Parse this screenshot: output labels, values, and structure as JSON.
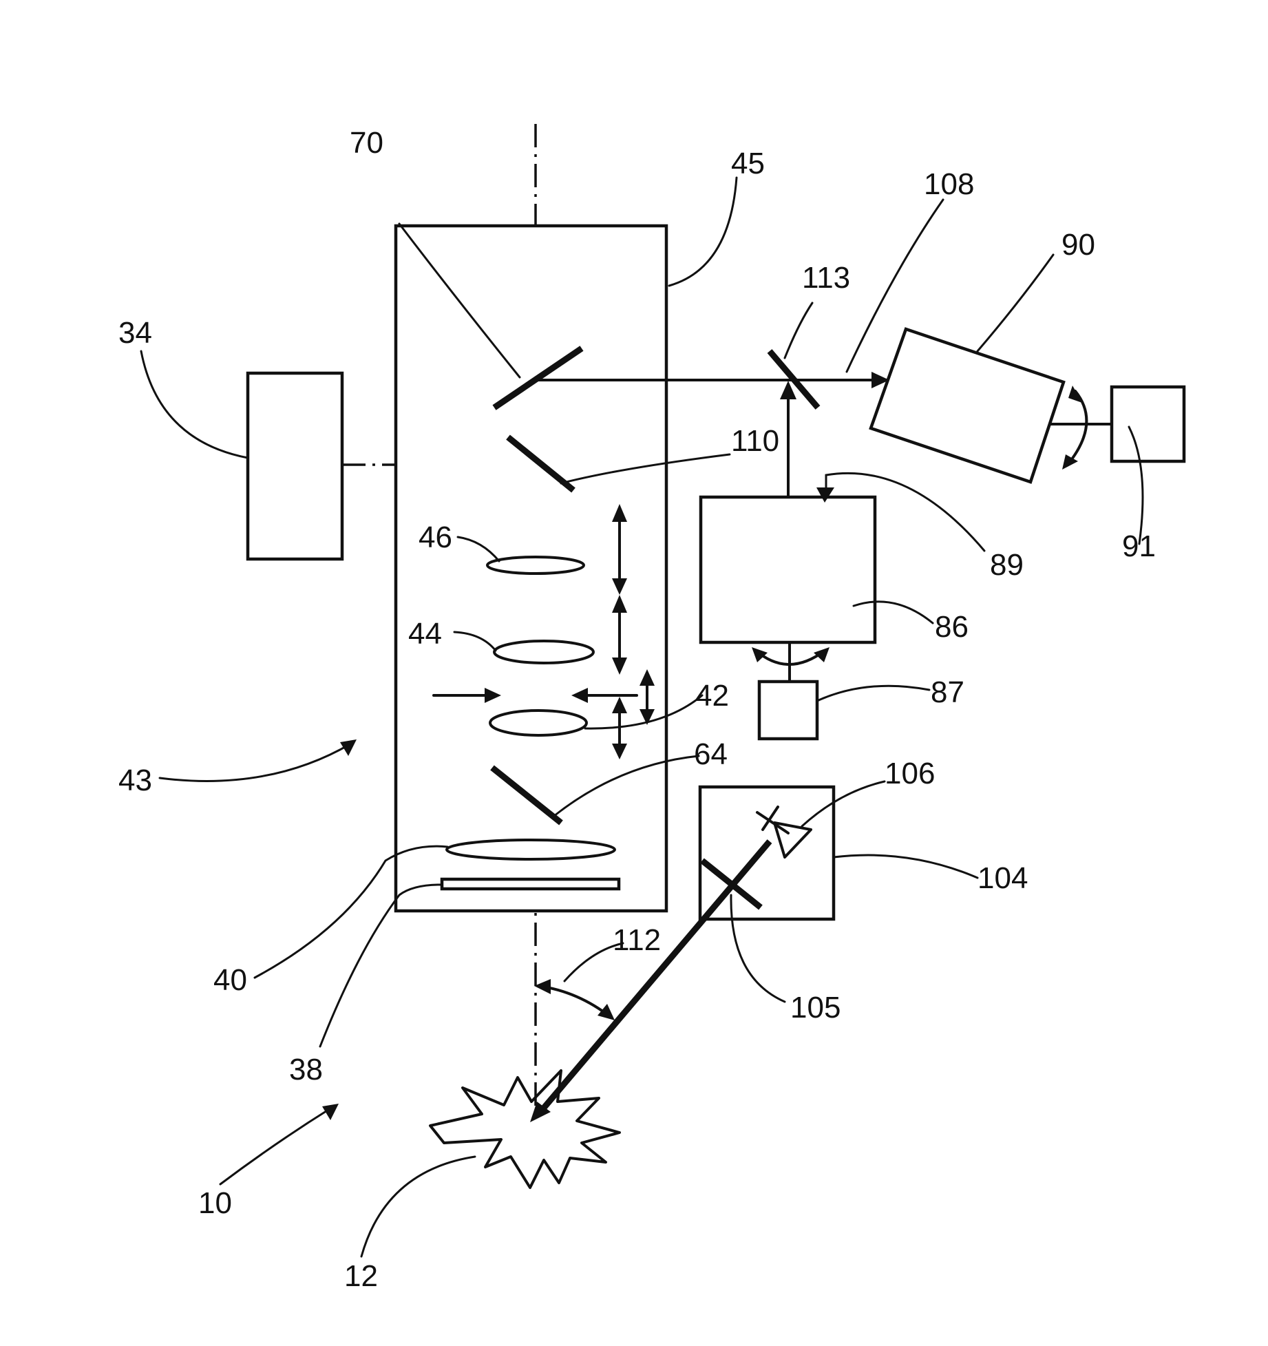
{
  "labels": {
    "l70": "70",
    "l45": "45",
    "l108": "108",
    "l90": "90",
    "l113": "113",
    "l34": "34",
    "l110": "110",
    "l46": "46",
    "l89": "89",
    "l91": "91",
    "l44": "44",
    "l86": "86",
    "l42": "42",
    "l87": "87",
    "l43": "43",
    "l64": "64",
    "l106": "106",
    "l104": "104",
    "l40": "40",
    "l112": "112",
    "l105": "105",
    "l38": "38",
    "l10": "10",
    "l12": "12"
  }
}
